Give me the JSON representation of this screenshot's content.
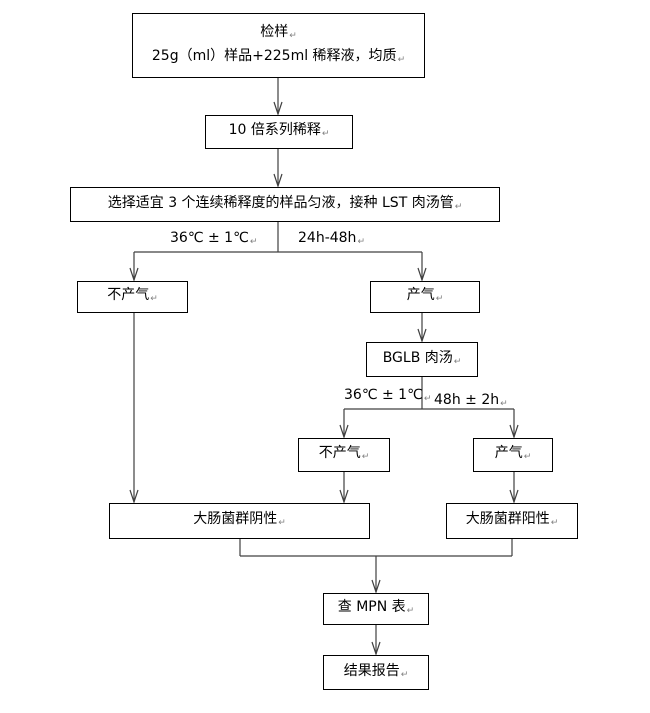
{
  "paragraph_mark": "↵",
  "boxes": {
    "sample": {
      "line1": "检样",
      "line2": "25g（ml）样品+225ml 稀释液，均质"
    },
    "dilution": {
      "label": "10 倍系列稀释"
    },
    "inoculate": {
      "label": "选择适宜 3 个连续稀释度的样品匀液，接种 LST 肉汤管"
    },
    "no_gas_1": {
      "label": "不产气"
    },
    "gas_1": {
      "label": "产气"
    },
    "bglb": {
      "label": "BGLB 肉汤"
    },
    "no_gas_2": {
      "label": "不产气"
    },
    "gas_2": {
      "label": "产气"
    },
    "negative": {
      "label": "大肠菌群阴性"
    },
    "positive": {
      "label": "大肠菌群阳性"
    },
    "mpn": {
      "label": "查 MPN 表"
    },
    "report": {
      "label": "结果报告"
    }
  },
  "conditions": {
    "lst_temp": "36℃ ± 1℃",
    "lst_time": "24h-48h",
    "bglb_temp": "36℃ ± 1℃",
    "bglb_time": "48h ± 2h"
  },
  "colors": {
    "line": "#404040",
    "border": "#000000",
    "mark": "#808080"
  }
}
